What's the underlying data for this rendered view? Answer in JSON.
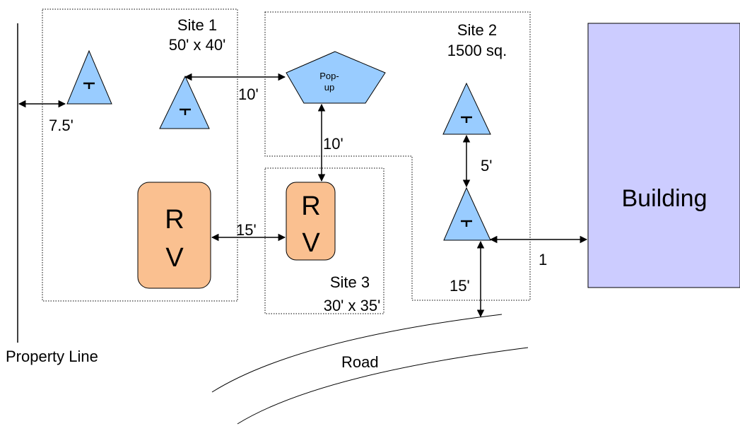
{
  "colors": {
    "tent_fill": "#99ccff",
    "rv_fill": "#fac090",
    "building_fill": "#ccccff",
    "line": "#000000"
  },
  "sites": {
    "site1": {
      "name": "Site 1",
      "size": "50' x 40'"
    },
    "site2": {
      "name": "Site 2",
      "size": "1500 sq."
    },
    "site3": {
      "name": "Site 3",
      "size": "30' x 35'"
    }
  },
  "labels": {
    "property_line": "Property Line",
    "road": "Road",
    "building": "Building",
    "popup": {
      "line1": "Pop-",
      "line2": "up"
    },
    "rv": {
      "line1": "R",
      "line2": "V"
    }
  },
  "dimensions": {
    "property_to_tent": "7.5'",
    "tent_to_popup": "10'",
    "popup_to_rv": "10'",
    "rv_to_rv": "15'",
    "tent_to_tent": "5'",
    "tent_to_building": "1",
    "tent_to_road": "15'"
  },
  "icons": [
    "tent-icon",
    "popup-camper-icon",
    "rv-icon",
    "building-icon"
  ]
}
